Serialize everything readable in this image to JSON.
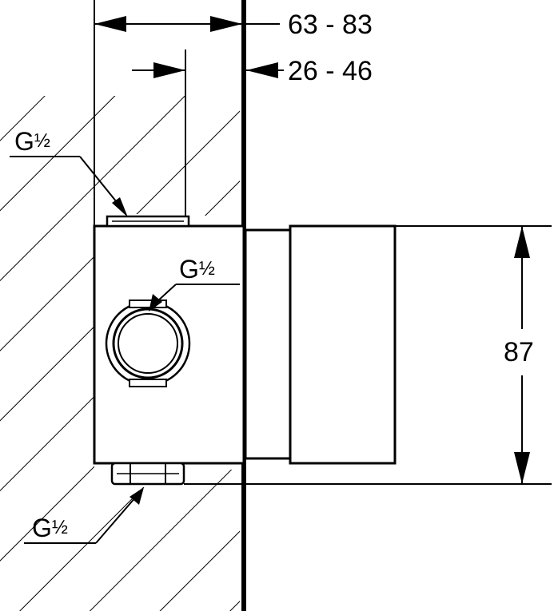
{
  "dimensions": {
    "overall_depth": "63 - 83",
    "mount_depth": "26 - 46",
    "height": "87"
  },
  "threads": {
    "top_whole": "G",
    "top_frac": "½",
    "front_whole": "G",
    "front_frac": "½",
    "bottom_whole": "G",
    "bottom_frac": "½"
  },
  "colors": {
    "line": "#000000",
    "background": "#ffffff"
  }
}
